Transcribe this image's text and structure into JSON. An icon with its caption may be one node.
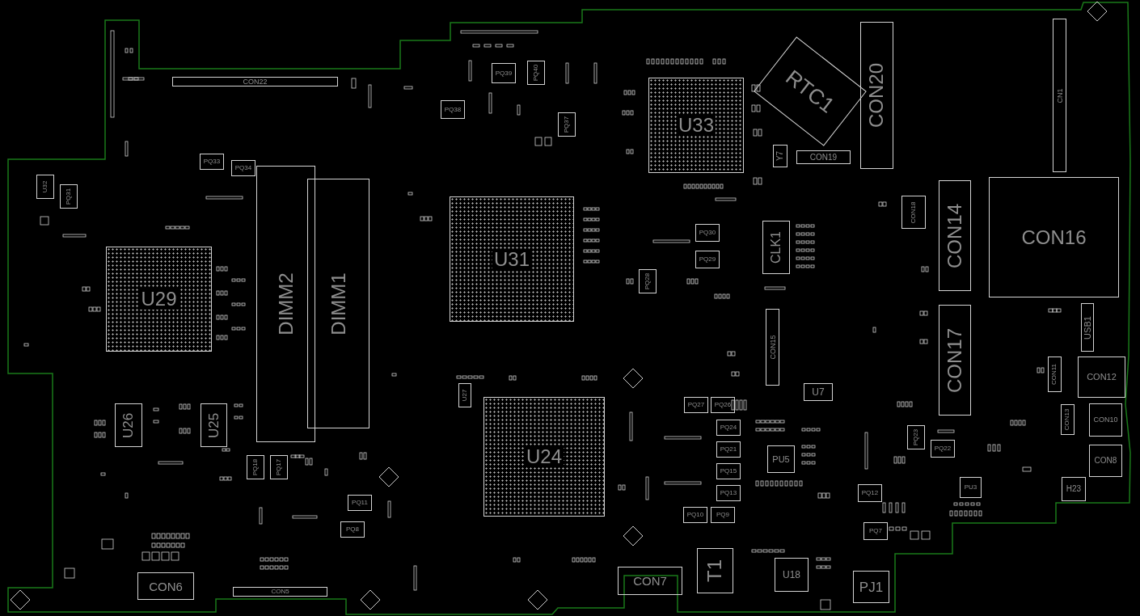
{
  "diagram": {
    "nodes": [
      {
        "text": [
          "CON22"
        ]
      },
      {
        "text": [
          "PQ39"
        ]
      },
      {
        "text": [
          "PQ40"
        ]
      },
      {
        "text": [
          "PQ38"
        ]
      },
      {
        "text": [
          "PQ37"
        ]
      },
      {
        "text": [
          "U33"
        ]
      },
      {
        "text": [
          "RTC1"
        ]
      },
      {
        "text": [
          "CON20"
        ]
      },
      {
        "text": [
          "CN1"
        ]
      },
      {
        "text": [
          "PQ33"
        ]
      },
      {
        "text": [
          "PQ34"
        ]
      },
      {
        "text": [
          "DIMM2"
        ]
      },
      {
        "text": [
          "DIMM1"
        ]
      },
      {
        "text": [
          "Y7"
        ]
      },
      {
        "text": [
          "CON19"
        ]
      },
      {
        "text": [
          "U32"
        ]
      },
      {
        "text": [
          "PQ31"
        ]
      },
      {
        "text": [
          "CON14"
        ]
      },
      {
        "text": [
          "CON16"
        ]
      },
      {
        "text": [
          "CON18"
        ]
      },
      {
        "text": [
          "U31"
        ]
      },
      {
        "text": [
          "CLK1"
        ]
      },
      {
        "text": [
          "PQ30"
        ]
      },
      {
        "text": [
          "PQ29"
        ]
      },
      {
        "text": [
          "U29"
        ]
      },
      {
        "text": [
          "PQ28"
        ]
      },
      {
        "text": [
          "USB1"
        ]
      },
      {
        "text": [
          "CON17"
        ]
      },
      {
        "text": [
          "CON15"
        ]
      },
      {
        "text": [
          "CON11"
        ]
      },
      {
        "text": [
          "CON12"
        ]
      },
      {
        "text": [
          "U7"
        ]
      },
      {
        "text": [
          "U27"
        ]
      },
      {
        "text": [
          "U24"
        ]
      },
      {
        "text": [
          "PQ27"
        ]
      },
      {
        "text": [
          "PQ26"
        ]
      },
      {
        "text": [
          "U26"
        ]
      },
      {
        "text": [
          "U25"
        ]
      },
      {
        "text": [
          "CON13"
        ]
      },
      {
        "text": [
          "CON10"
        ]
      },
      {
        "text": [
          "PQ24"
        ]
      },
      {
        "text": [
          "PQ23"
        ]
      },
      {
        "text": [
          "PQ22"
        ]
      },
      {
        "text": [
          "PQ21"
        ]
      },
      {
        "text": [
          "PU5"
        ]
      },
      {
        "text": [
          "CON8"
        ]
      },
      {
        "text": [
          "PQ18"
        ]
      },
      {
        "text": [
          "PQ17"
        ]
      },
      {
        "text": [
          "PQ15"
        ]
      },
      {
        "text": [
          "PU3"
        ]
      },
      {
        "text": [
          "H23"
        ]
      },
      {
        "text": [
          "PQ13"
        ]
      },
      {
        "text": [
          "PQ12"
        ]
      },
      {
        "text": [
          "PQ11"
        ]
      },
      {
        "text": [
          "PQ10"
        ]
      },
      {
        "text": [
          "PQ9"
        ]
      },
      {
        "text": [
          "PQ8"
        ]
      },
      {
        "text": [
          "PQ7"
        ]
      },
      {
        "text": [
          "T1"
        ]
      },
      {
        "text": [
          "U18"
        ]
      },
      {
        "text": [
          "CON7"
        ]
      },
      {
        "text": [
          "CON6"
        ]
      },
      {
        "text": [
          "PJ1"
        ]
      },
      {
        "text": [
          "CON5"
        ]
      }
    ]
  }
}
